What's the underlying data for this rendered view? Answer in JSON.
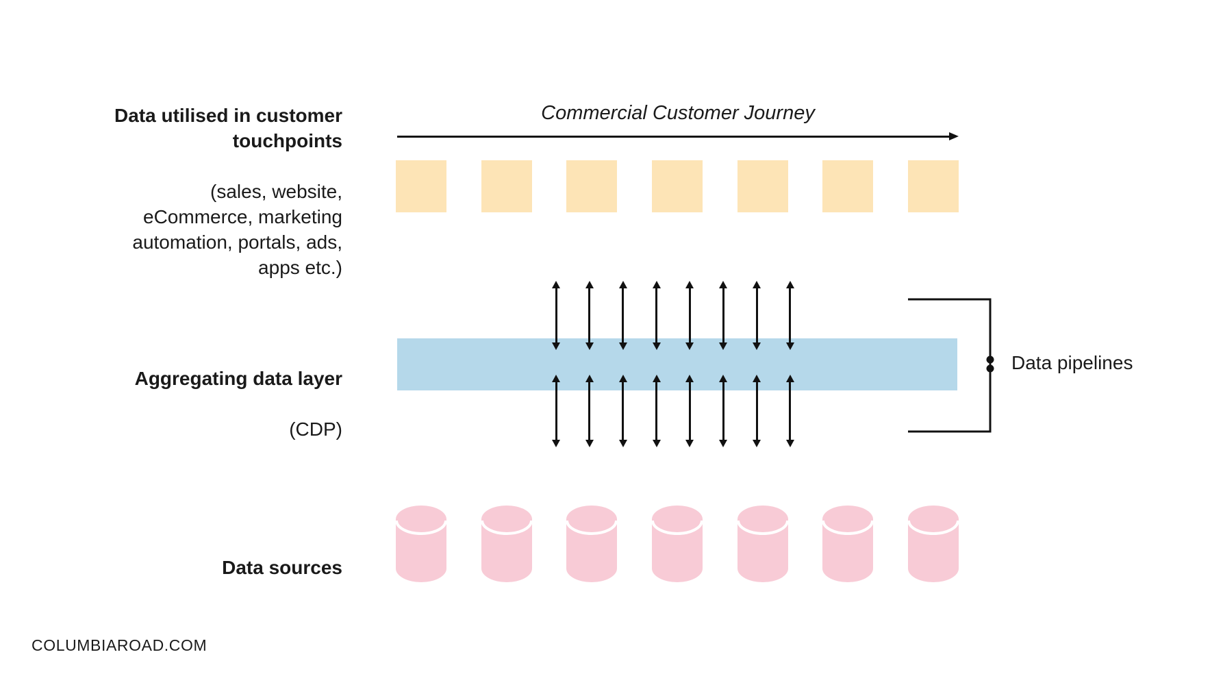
{
  "journey": {
    "title": "Commercial Customer Journey"
  },
  "rows": {
    "touchpoints": {
      "label_title": "Data utilised in customer\ntouchpoints",
      "label_subtitle": "(sales, website,\neCommerce, marketing\nautomation, portals, ads,\napps etc.)",
      "count": 7
    },
    "aggregating": {
      "label_title": "Aggregating data layer",
      "label_subtitle": "(CDP)"
    },
    "sources": {
      "label_title": "Data sources",
      "count": 7
    }
  },
  "pipelines": {
    "label": "Data pipelines",
    "top_arrow_count": 8,
    "bottom_arrow_count": 8
  },
  "footer": "COLUMBIAROAD.COM",
  "colors": {
    "touchpoint_box": "#FDE4B6",
    "aggregating_bar": "#B5D8EA",
    "data_source_cylinder": "#F8CBD6",
    "line": "#111111",
    "text": "#1A1A1A",
    "background": "#FFFFFF"
  }
}
